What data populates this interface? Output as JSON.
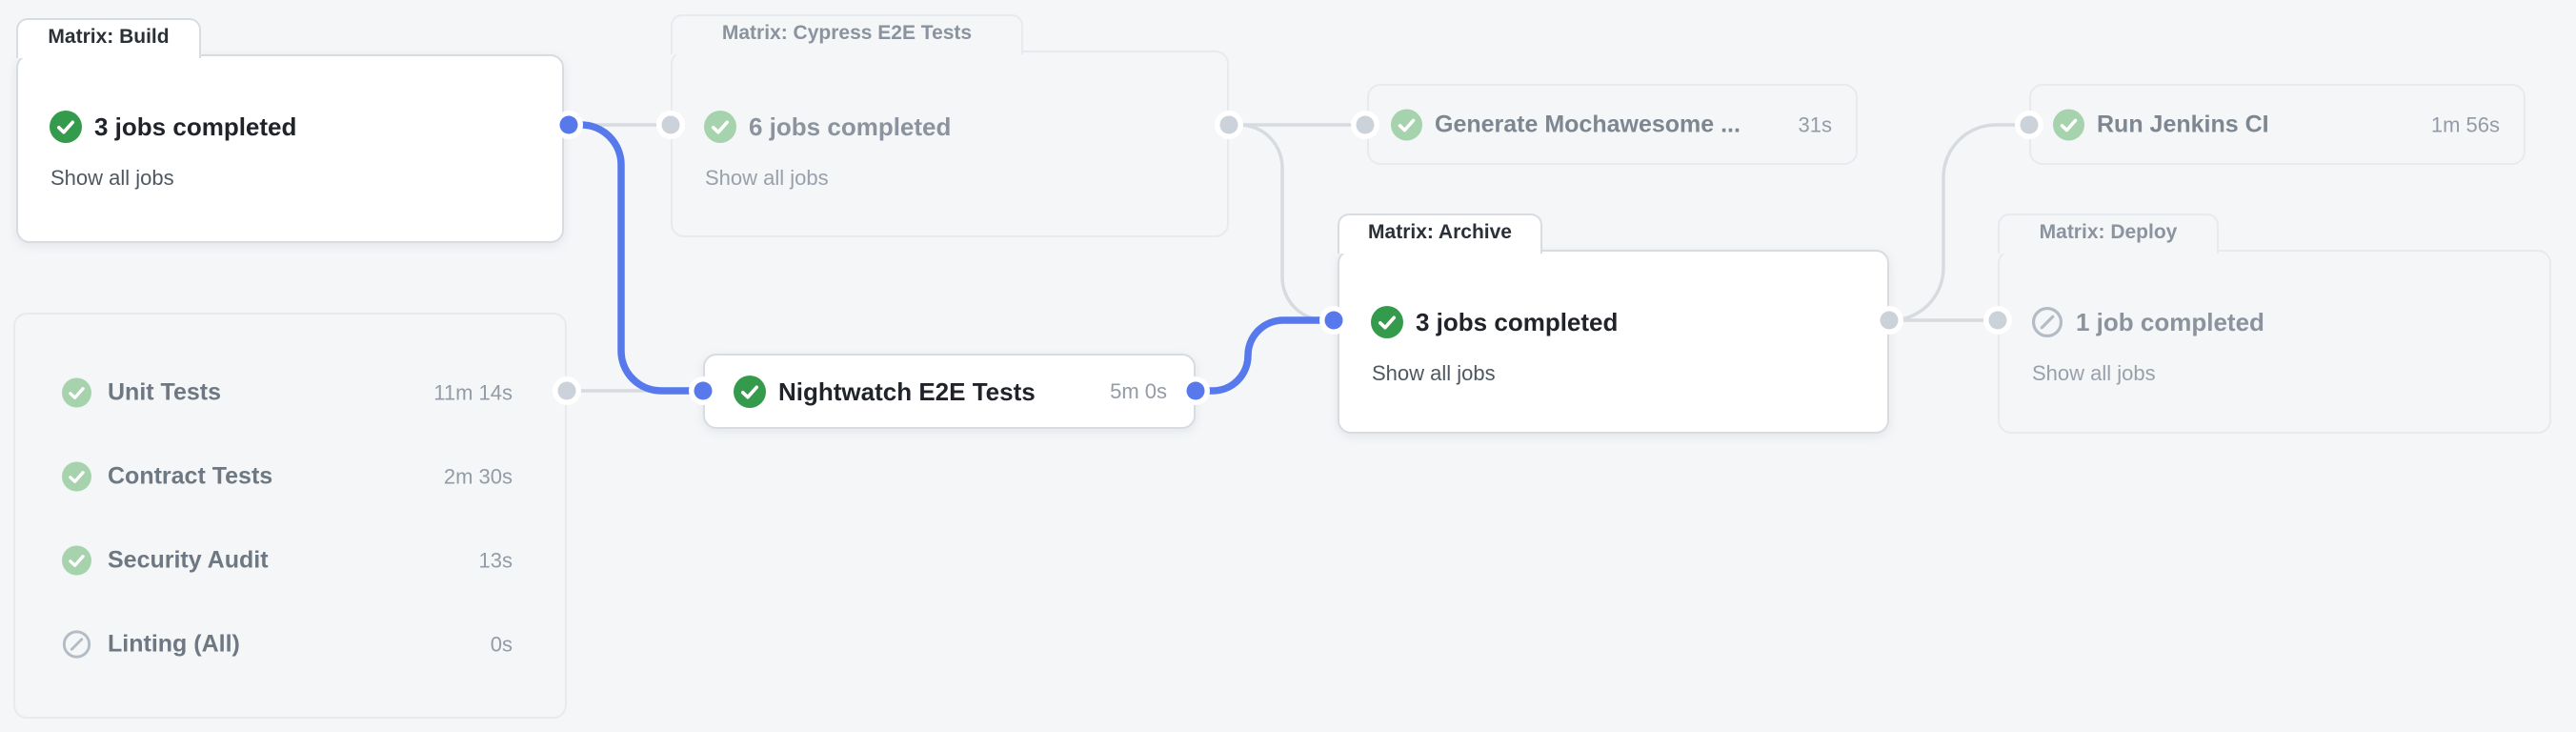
{
  "colors": {
    "canvas": "#f4f6f8",
    "accent_blue": "#5779eb",
    "connector_gray": "#d7dbe0",
    "success_green": "#349a4c",
    "success_green_muted": "#a6d3ae",
    "skipped_gray": "#b3bcc4"
  },
  "nodes": {
    "build": {
      "tab_label": "Matrix: Build",
      "title": "3 jobs completed",
      "link": "Show all jobs",
      "status": "success"
    },
    "cypress": {
      "tab_label": "Matrix: Cypress E2E Tests",
      "title": "6 jobs completed",
      "link": "Show all jobs",
      "status": "success"
    },
    "mochawesome": {
      "title": "Generate Mochawesome ...",
      "duration": "31s",
      "status": "success"
    },
    "jenkins": {
      "title": "Run Jenkins CI",
      "duration": "1m 56s",
      "status": "success"
    },
    "archive": {
      "tab_label": "Matrix: Archive",
      "title": "3 jobs completed",
      "link": "Show all jobs",
      "status": "success"
    },
    "deploy": {
      "tab_label": "Matrix: Deploy",
      "title": "1 job completed",
      "link": "Show all jobs",
      "status": "skipped"
    },
    "nightwatch": {
      "title": "Nightwatch E2E Tests",
      "duration": "5m 0s",
      "status": "success"
    },
    "job_list": {
      "items": [
        {
          "label": "Unit Tests",
          "duration": "11m 14s",
          "status": "success"
        },
        {
          "label": "Contract Tests",
          "duration": "2m 30s",
          "status": "success"
        },
        {
          "label": "Security Audit",
          "duration": "13s",
          "status": "success"
        },
        {
          "label": "Linting (All)",
          "duration": "0s",
          "status": "skipped"
        }
      ]
    }
  }
}
